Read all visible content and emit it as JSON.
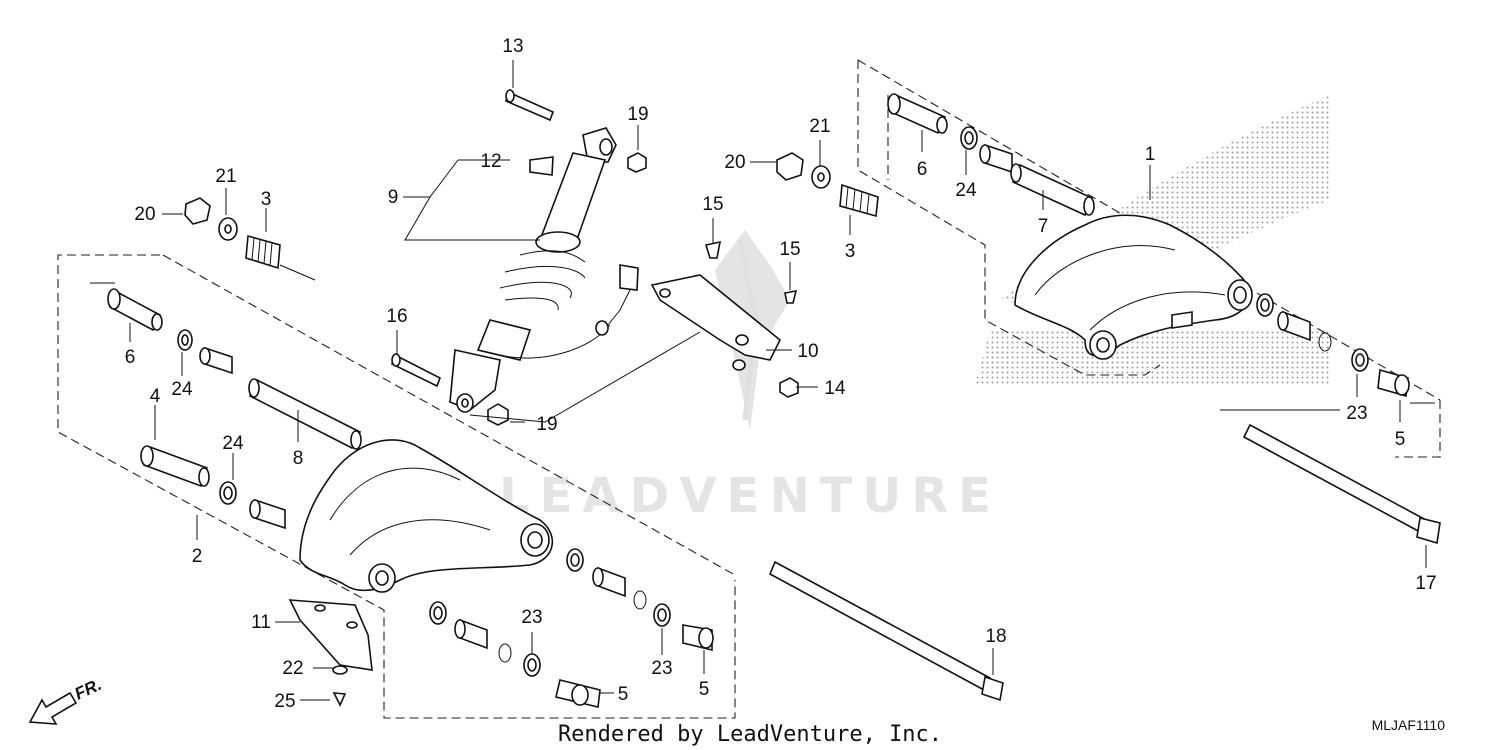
{
  "diagram": {
    "watermark_text": "LEADVENTURE",
    "footer_text": "Rendered by LeadVenture, Inc.",
    "diagram_code": "MLJAF1110",
    "direction_label": "FR.",
    "callouts": {
      "c1": "1",
      "c2": "2",
      "c3a": "3",
      "c3b": "3",
      "c4": "4",
      "c5a": "5",
      "c5b": "5",
      "c5c": "5",
      "c6a": "6",
      "c6b": "6",
      "c7": "7",
      "c8": "8",
      "c9": "9",
      "c10": "10",
      "c11": "11",
      "c12": "12",
      "c13": "13",
      "c14": "14",
      "c15a": "15",
      "c15b": "15",
      "c16": "16",
      "c17": "17",
      "c18": "18",
      "c19a": "19",
      "c19b": "19",
      "c20a": "20",
      "c20b": "20",
      "c21a": "21",
      "c21b": "21",
      "c22": "22",
      "c23a": "23",
      "c23b": "23",
      "c23c": "23",
      "c24a": "24",
      "c24b": "24",
      "c24c": "24",
      "c25": "25"
    }
  }
}
